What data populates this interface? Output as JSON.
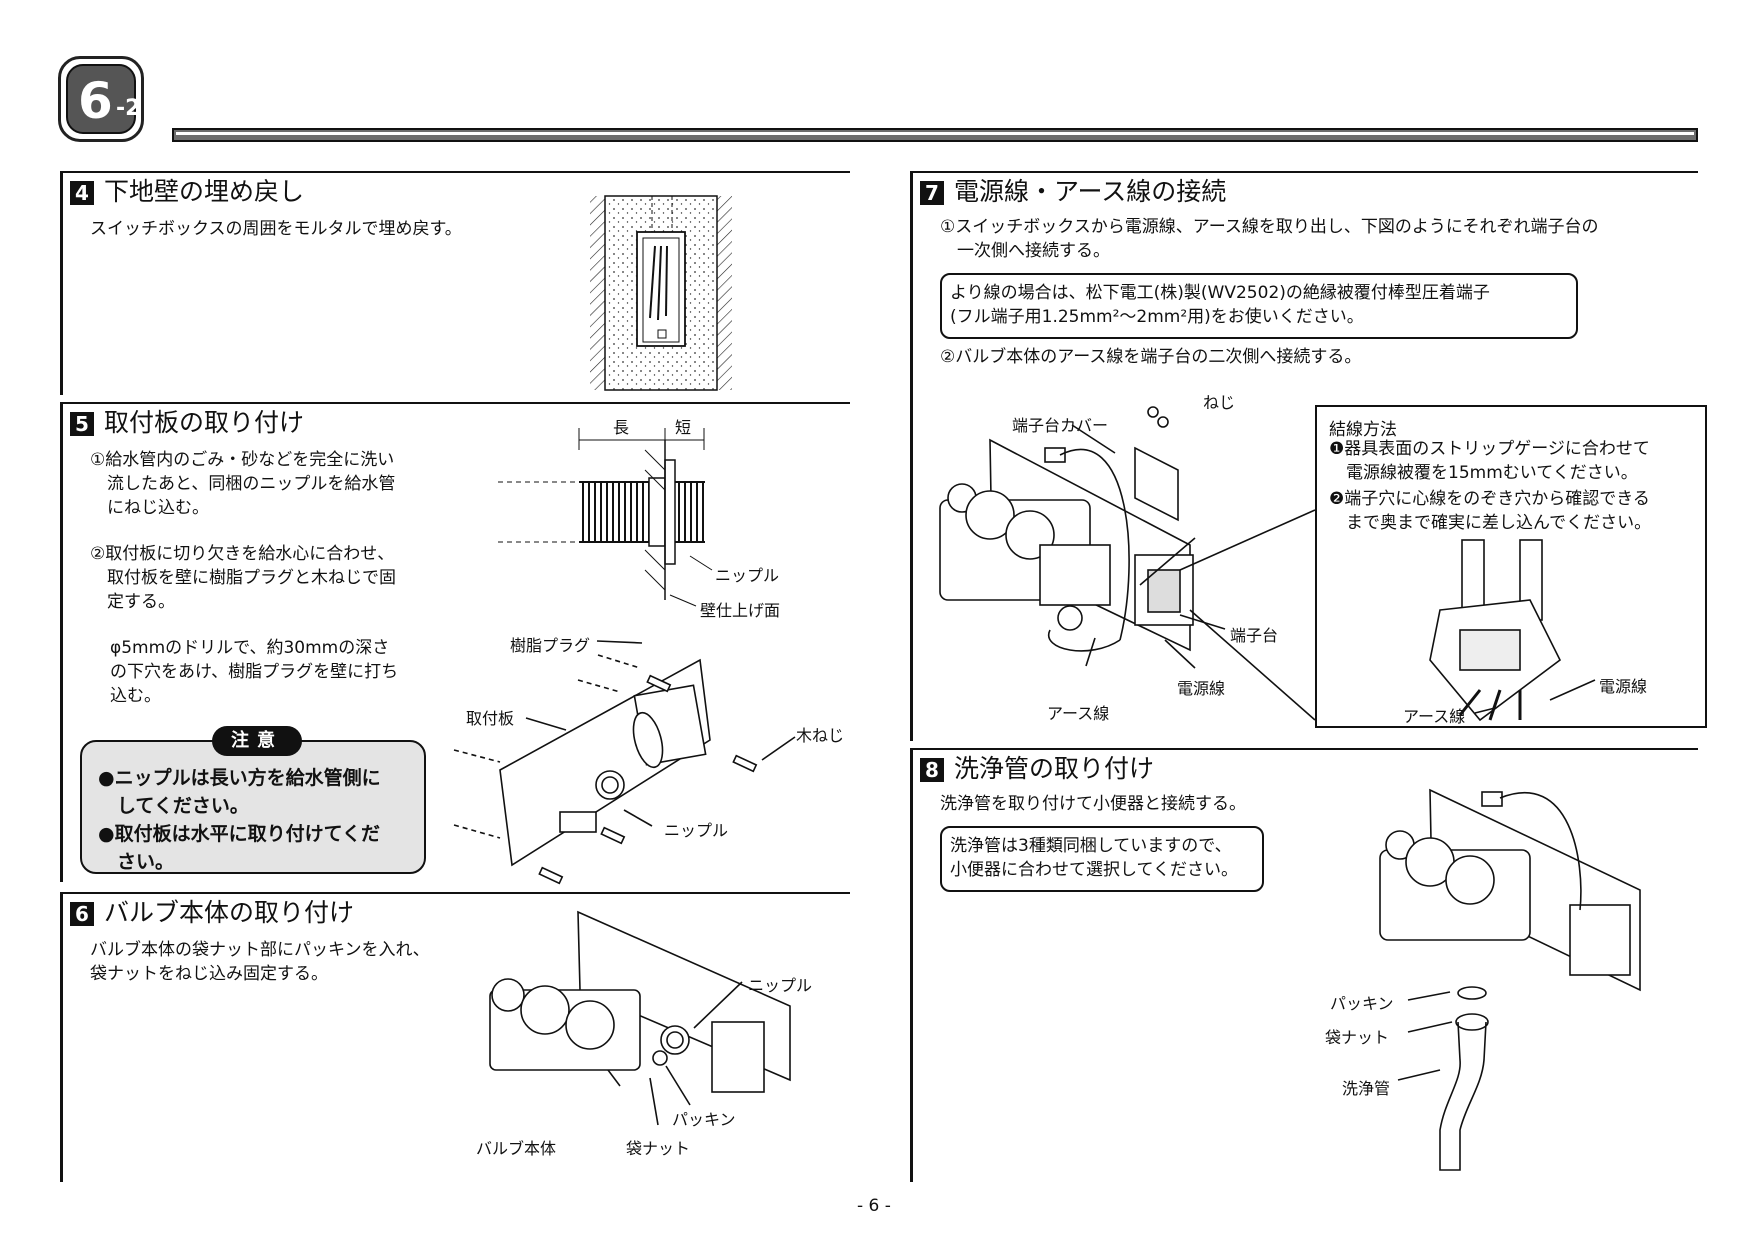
{
  "page": {
    "badge_main": "6",
    "badge_sub": "-2",
    "page_number": "- 6 -"
  },
  "sec4": {
    "num": "4",
    "title": "下地壁の埋め戻し",
    "body": "スイッチボックスの周囲をモルタルで埋め戻す。"
  },
  "sec5": {
    "num": "5",
    "title": "取付板の取り付け",
    "step1": "①給水管内のごみ・砂などを完全に洗い\n　流したあと、同梱のニップルを給水管\n　にねじ込む。",
    "step2": "②取付板に切り欠きを給水心に合わせ、\n　取付板を壁に樹脂プラグと木ねじで固\n　定する。",
    "step3": "φ5mmのドリルで、約30mmの深さ\nの下穴をあけ、樹脂プラグを壁に打ち\n込む。",
    "caution_title": "注意",
    "caution_text": "●ニップルは長い方を給水管側に\n　してください。\n●取付板は水平に取り付けてくだ\n　さい。",
    "labels": {
      "long": "長",
      "short": "短",
      "nipple1": "ニップル",
      "wall_face": "壁仕上げ面",
      "plug": "樹脂プラグ",
      "plate": "取付板",
      "screw": "木ねじ",
      "nipple2": "ニップル"
    }
  },
  "sec6": {
    "num": "6",
    "title": "バルブ本体の取り付け",
    "body": "バルブ本体の袋ナット部にパッキンを入れ、\n袋ナットをねじ込み固定する。",
    "labels": {
      "nipple": "ニップル",
      "packing": "パッキン",
      "valve": "バルブ本体",
      "nut": "袋ナット"
    }
  },
  "sec7": {
    "num": "7",
    "title": "電源線・アース線の接続",
    "step1": "①スイッチボックスから電源線、アース線を取り出し、下図のようにそれぞれ端子台の\n　一次側へ接続する。",
    "note": "より線の場合は、松下電工(株)製(WV2502)の絶縁被覆付棒型圧着端子\n(フル端子用1.25mm²～2mm²用)をお使いください。",
    "step2": "②バルブ本体のアース線を端子台の二次側へ接続する。",
    "labels": {
      "screw": "ねじ",
      "cover": "端子台カバー",
      "terminal": "端子台",
      "power": "電源線",
      "earth": "アース線"
    },
    "wiring": {
      "title": "結線方法",
      "item1": "❶器具表面のストリップゲージに合わせて\n　電源線被覆を15mmむいてください。",
      "item2": "❷端子穴に心線をのぞき穴から確認できる\n　まで奥まで確実に差し込んでください。",
      "power": "電源線",
      "earth": "アース線"
    }
  },
  "sec8": {
    "num": "8",
    "title": "洗浄管の取り付け",
    "body": "洗浄管を取り付けて小便器と接続する。",
    "note": "洗浄管は3種類同梱していますので、\n小便器に合わせて選択してください。",
    "labels": {
      "packing": "パッキン",
      "nut": "袋ナット",
      "pipe": "洗浄管"
    }
  }
}
